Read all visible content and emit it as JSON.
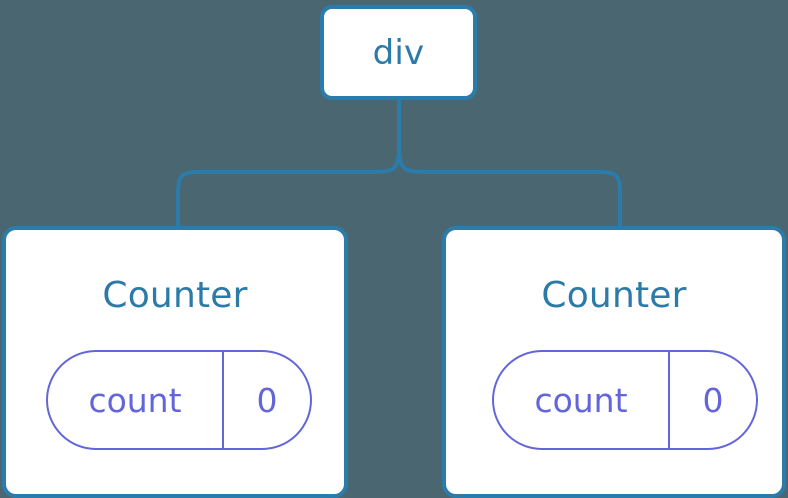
{
  "diagram": {
    "type": "component-tree",
    "background_color": "#4a6670",
    "root": {
      "label": "div",
      "node_type": "dom-element",
      "border_color": "#2b7cab",
      "text_color": "#2c7aa8"
    },
    "children": [
      {
        "title": "Counter",
        "node_type": "component",
        "border_color": "#2b7cab",
        "title_color": "#2c7aa8",
        "state": {
          "key": "count",
          "value": "0",
          "accent_color": "#6366d8"
        }
      },
      {
        "title": "Counter",
        "node_type": "component",
        "border_color": "#2b7cab",
        "title_color": "#2c7aa8",
        "state": {
          "key": "count",
          "value": "0",
          "accent_color": "#6366d8"
        }
      }
    ],
    "connector": {
      "color": "#2b7cab",
      "style": "rounded-elbow",
      "stroke_width": 4
    }
  }
}
